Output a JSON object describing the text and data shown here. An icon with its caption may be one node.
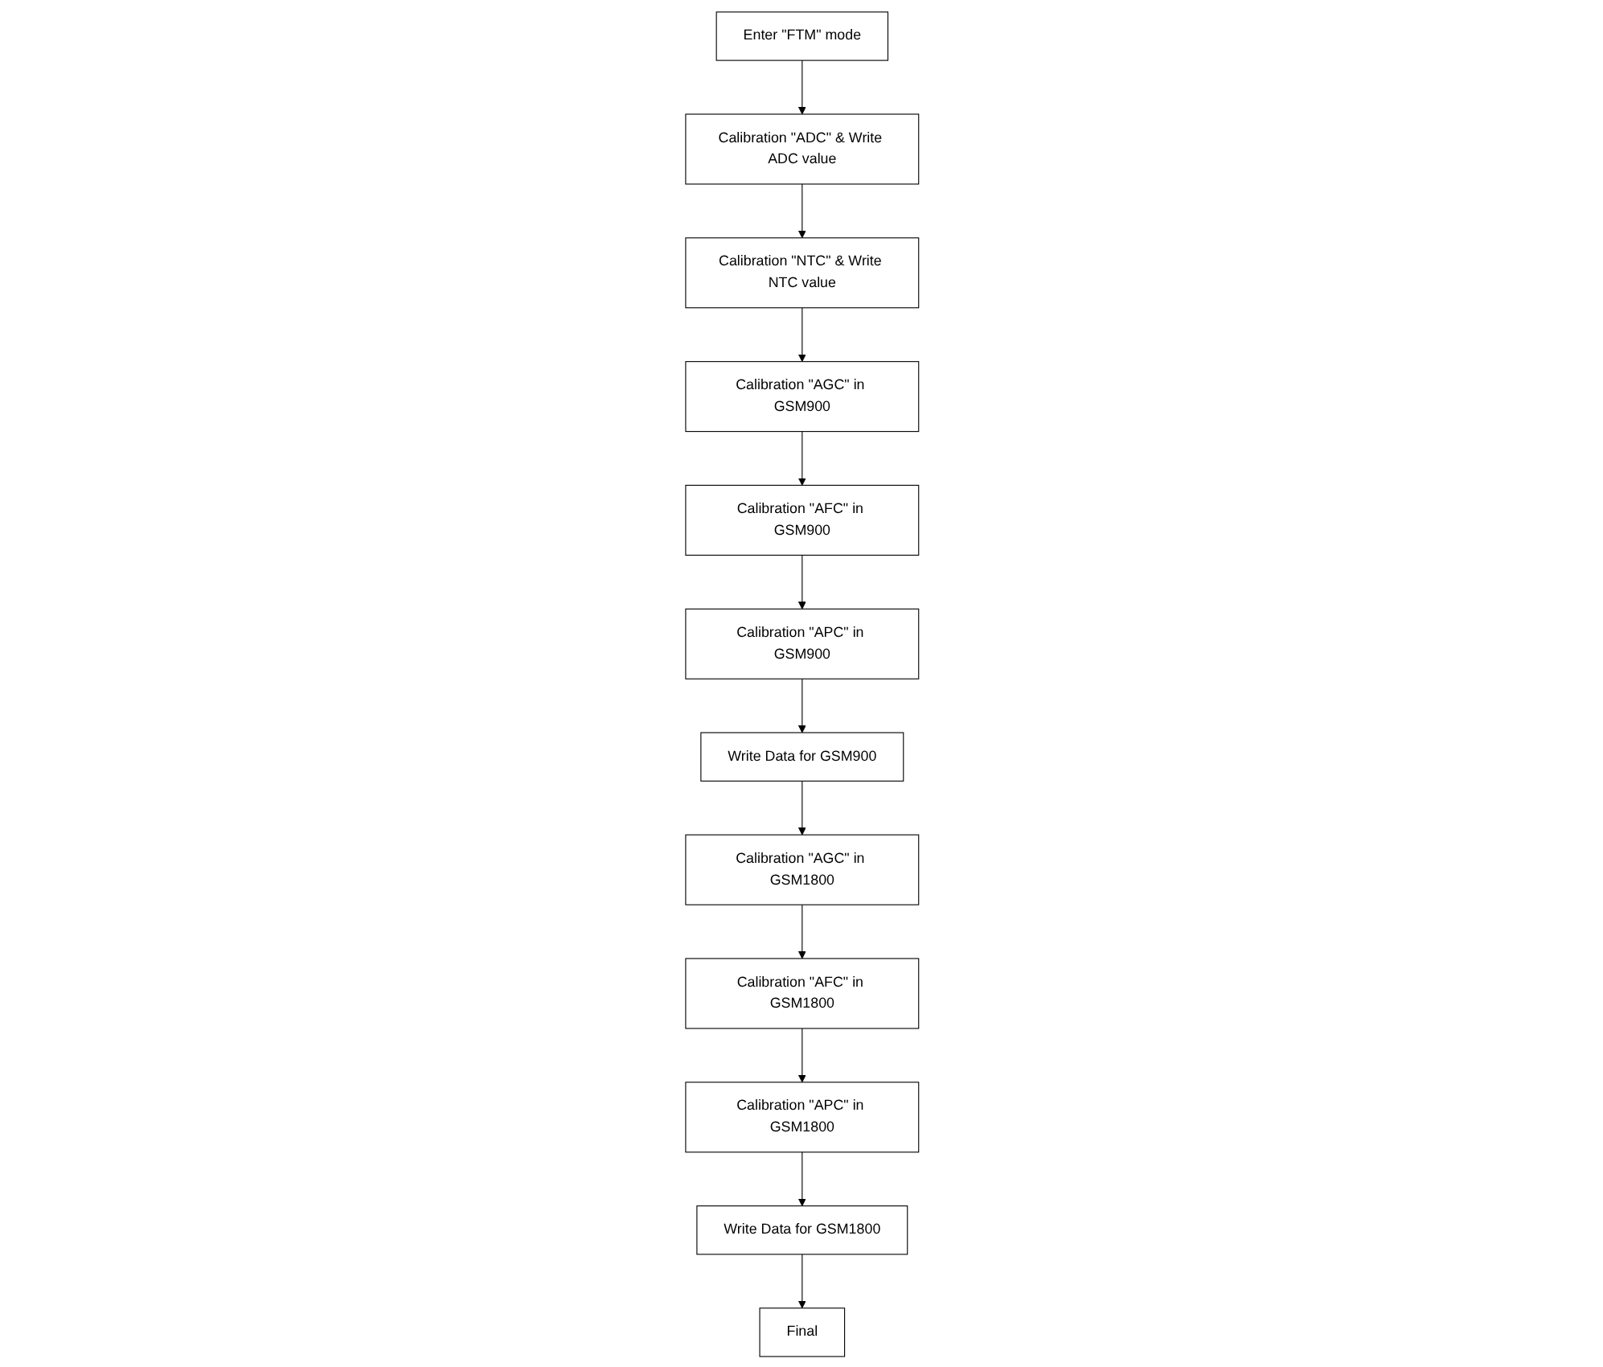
{
  "diagram": {
    "nodes": [
      {
        "text": [
          "Enter \"FTM\" mode"
        ]
      },
      {
        "text": [
          "Calibration \"ADC\" & Write ADC value"
        ]
      },
      {
        "text": [
          "Calibration \"NTC\" & Write NTC value"
        ]
      },
      {
        "text": [
          "Calibration \"AGC\" in GSM900"
        ]
      },
      {
        "text": [
          "Calibration \"AFC\" in GSM900"
        ]
      },
      {
        "text": [
          "Calibration \"APC\" in GSM900"
        ]
      },
      {
        "text": [
          "Write Data for GSM900"
        ]
      },
      {
        "text": [
          "Calibration \"AGC\" in GSM1800"
        ]
      },
      {
        "text": [
          "Calibration \"AFC\" in GSM1800"
        ]
      },
      {
        "text": [
          "Calibration \"APC\" in GSM1800"
        ]
      },
      {
        "text": [
          "Write Data for GSM1800"
        ]
      },
      {
        "text": [
          "Final"
        ]
      }
    ],
    "edges": [
      {
        "from": 0,
        "to": 1,
        "arrow": "to"
      },
      {
        "from": 1,
        "to": 2,
        "arrow": "to"
      },
      {
        "from": 2,
        "to": 3,
        "arrow": "to"
      },
      {
        "from": 3,
        "to": 4,
        "arrow": "to"
      },
      {
        "from": 4,
        "to": 5,
        "arrow": "to"
      },
      {
        "from": 5,
        "to": 6,
        "arrow": "to"
      },
      {
        "from": 6,
        "to": 7,
        "arrow": "to"
      },
      {
        "from": 7,
        "to": 8,
        "arrow": "to"
      },
      {
        "from": 8,
        "to": 9,
        "arrow": "to"
      },
      {
        "from": 9,
        "to": 10,
        "arrow": "to"
      },
      {
        "from": 10,
        "to": 11,
        "arrow": "to"
      }
    ]
  }
}
